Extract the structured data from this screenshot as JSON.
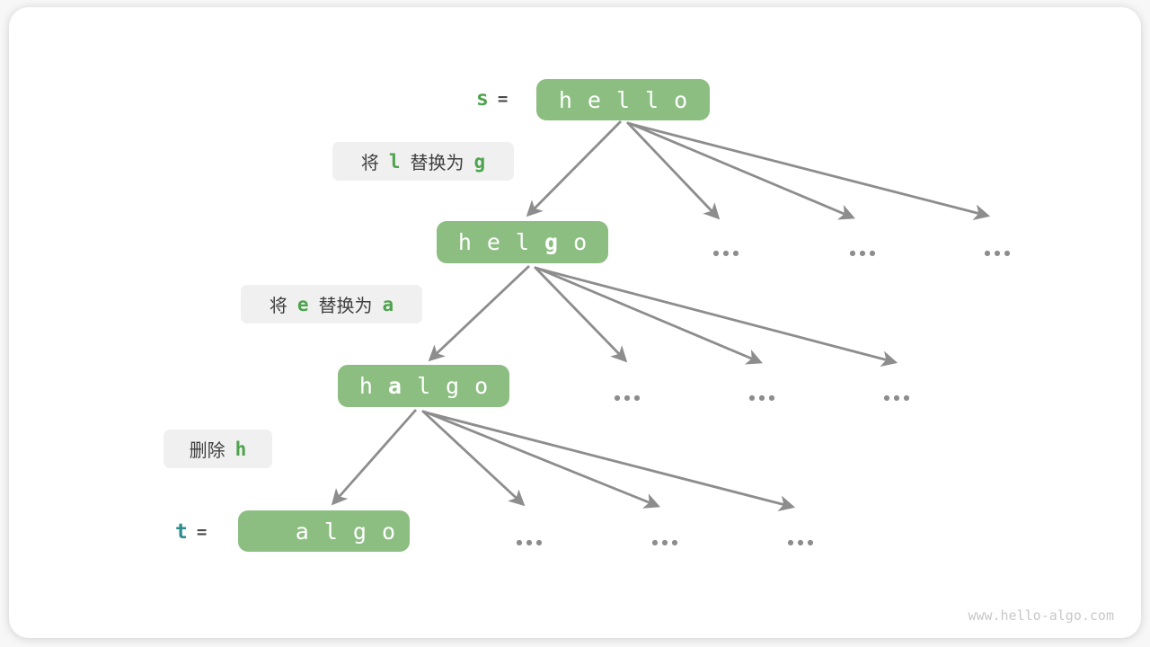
{
  "vars": {
    "s": "s",
    "t": "t",
    "eq": "="
  },
  "nodes": [
    {
      "name": "hello",
      "chars": [
        "h",
        "e",
        "l",
        "l",
        "o"
      ]
    },
    {
      "name": "helgo",
      "chars": [
        "h",
        "e",
        "l",
        "g",
        "o"
      ],
      "bold_index": 3
    },
    {
      "name": "halgo",
      "chars": [
        "h",
        "a",
        "l",
        "g",
        "o"
      ],
      "bold_index": 1
    },
    {
      "name": "algo",
      "chars": [
        "a",
        "l",
        "g",
        "o"
      ]
    }
  ],
  "operations": [
    {
      "prefix": "将",
      "from": "l",
      "middle": "替换为",
      "to": "g"
    },
    {
      "prefix": "将",
      "from": "e",
      "middle": "替换为",
      "to": "a"
    },
    {
      "action": "删除",
      "target": "h"
    }
  ],
  "ellipsis": "●●●",
  "watermark": "www.hello-algo.com",
  "colors": {
    "node_fill": "#8cbe82",
    "node_text": "#ffffff",
    "label_bg": "#f0f0f0",
    "text_dark": "#3f3f3f",
    "green": "#4ea34e",
    "teal": "#2e8c8c",
    "arrow": "#8d8d8d",
    "watermark": "#c8c8c8"
  }
}
